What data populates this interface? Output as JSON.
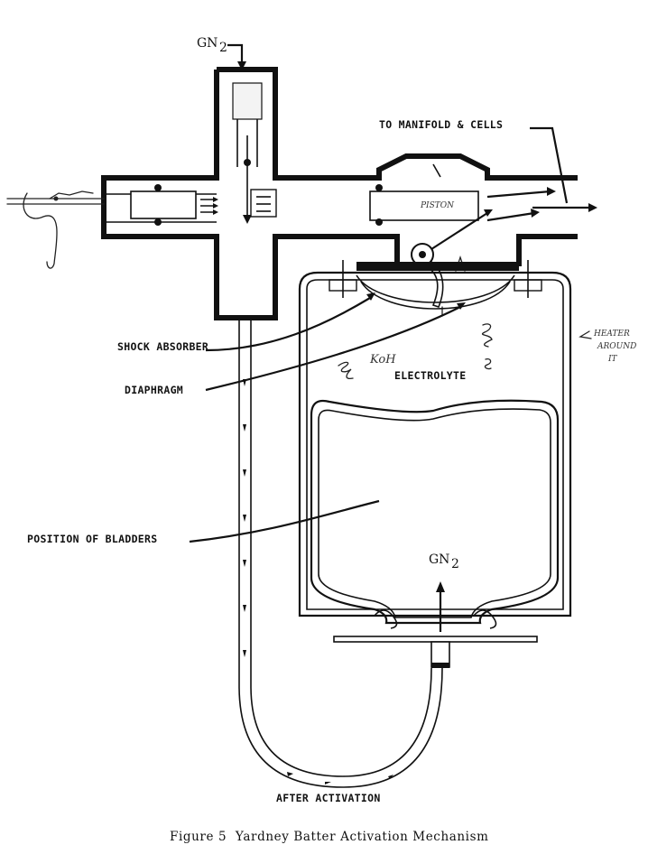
{
  "labels": {
    "gn2_top": "GN",
    "gn2_top_sub": "2",
    "gn2_bottom": "GN",
    "gn2_bottom_sub": "2",
    "to_manifold": "TO MANIFOLD & CELLS",
    "piston": "PISTON",
    "shock_absorber": "SHOCK ABSORBER",
    "diaphragm": "DIAPHRAGM",
    "koh": "KoH",
    "electrolyte": "ELECTROLYTE",
    "heater_line1": "HEATER",
    "heater_line2": "AROUND",
    "heater_line3": "IT",
    "position_of_bladders": "POSITION OF BLADDERS",
    "after_activation": "AFTER ACTIVATION"
  },
  "caption": "Figure 5  Yardney Batter Activation Mechanism"
}
